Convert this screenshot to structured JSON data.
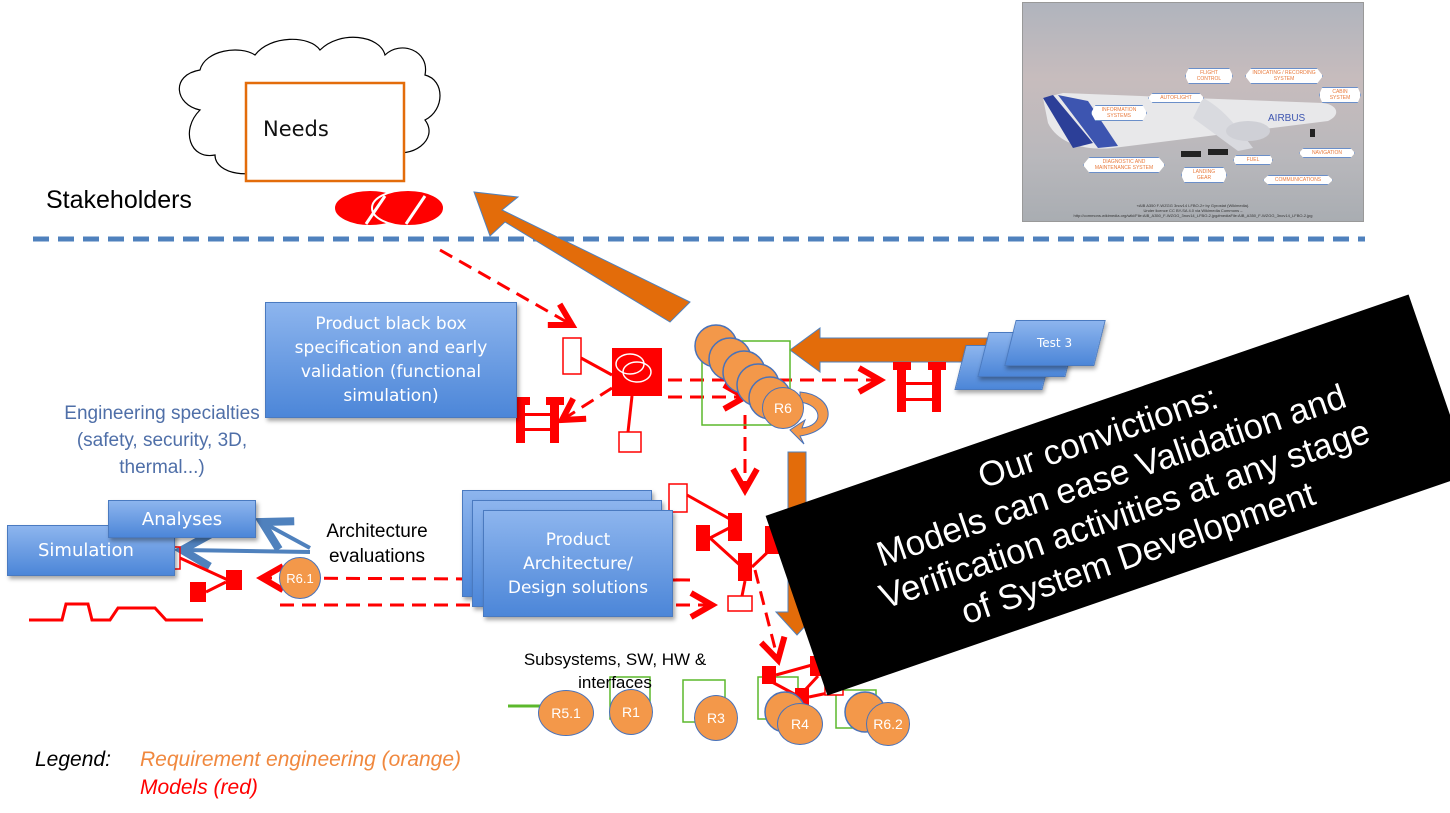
{
  "stakeholders": {
    "label": "Stakeholders",
    "needs_label": "Needs"
  },
  "boxes": {
    "black_box_spec": "Product black box specification and early validation (functional simulation)",
    "architecture": "Product Architecture/ Design solutions",
    "analyses": "Analyses",
    "simulation": "Simulation",
    "test": "Test  3"
  },
  "labels": {
    "engineering_specialties": "Engineering specialties (safety, security, 3D, thermal...)",
    "architecture_evaluations": "Architecture evaluations",
    "subsystems": "Subsystems, SW, HW & interfaces"
  },
  "requirements": [
    "R6",
    "R6.1",
    "R5.1",
    "R1",
    "R3",
    "R4",
    "R6.2"
  ],
  "convictions": {
    "lines": [
      "Our convictions:",
      "Models can ease Validation and",
      "Verification activities at any stage",
      "of System Development"
    ]
  },
  "legend": {
    "title": "Legend:",
    "items": [
      {
        "label": "Requirement engineering (orange)",
        "color": "#f0883e"
      },
      {
        "label": "Models (red)",
        "color": "#ff0000"
      }
    ]
  },
  "colors": {
    "orange_arrow": "#e36c0a",
    "requirement": "#f3984a",
    "model": "#ff0000",
    "box_blue": "#4f81bd",
    "specialty_text": "#4f6fa8",
    "divider": "#4f81bd"
  },
  "photo": {
    "tags": [
      "FLIGHT CONTROL",
      "INDICATING / RECORDING SYSTEM",
      "AUTOFLIGHT",
      "CABIN SYSTEM",
      "INFORMATION SYSTEMS",
      "NAVIGATION",
      "DIAGNOSTIC AND MAINTENANCE SYSTEM",
      "FUEL",
      "LANDING GEAR",
      "COMMUNICATIONS"
    ],
    "credit_lines": [
      "«AIB A350 F-WZGG 3nov14 LFBO-2» by Gyrostat (Wikimedia).",
      "Under licence CC BY-SA 4.0 via Wikimedia Commons –",
      "http://commons.wikimedia.org/wiki/File:AIB_A350_F-WZGG_3nov14_LFBO-2.jpg#mediaFile:AIB_A350_F-WZGG_3nov14_LFBO-2.jpg"
    ]
  }
}
